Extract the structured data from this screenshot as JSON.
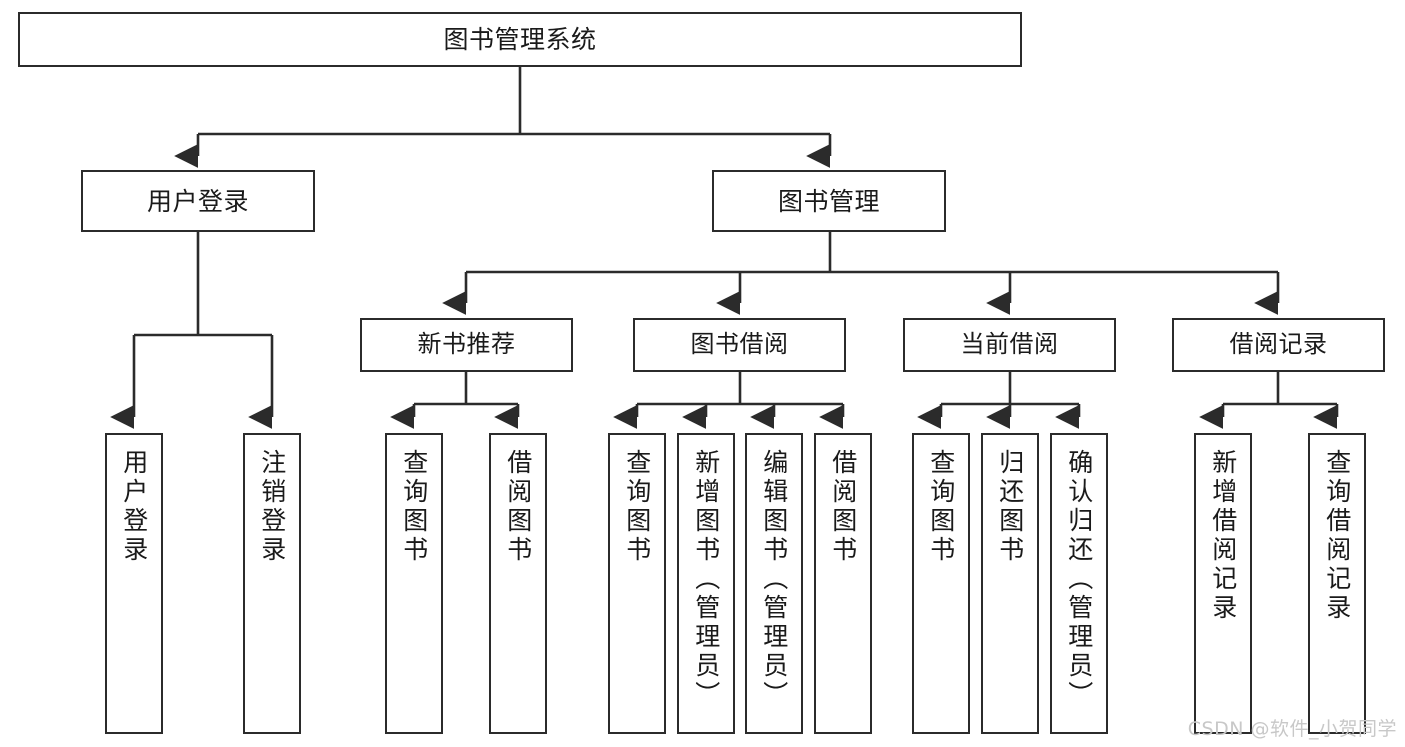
{
  "diagram": {
    "title": "图书管理系统",
    "type": "tree-structure-diagram",
    "watermark": "CSDN @软件_小贺同学",
    "line_color": "#2b2b2b",
    "box_fill": "#ffffff",
    "text_color": "#1a1a1a",
    "watermark_color": "#c8c8c8"
  },
  "root": {
    "label": "图书管理系统"
  },
  "level2": [
    {
      "label": "用户登录"
    },
    {
      "label": "图书管理"
    }
  ],
  "level3": [
    {
      "label": "新书推荐"
    },
    {
      "label": "图书借阅"
    },
    {
      "label": "当前借阅"
    },
    {
      "label": "借阅记录"
    }
  ],
  "leaves": {
    "user_login": [
      {
        "label": "用户登录"
      },
      {
        "label": "注销登录"
      }
    ],
    "new_book_recommend": [
      {
        "label": "查询图书"
      },
      {
        "label": "借阅图书"
      }
    ],
    "book_borrow": [
      {
        "label": "查询图书"
      },
      {
        "label": "新增图书（管理员）"
      },
      {
        "label": "编辑图书（管理员）"
      },
      {
        "label": "借阅图书"
      }
    ],
    "current_borrow": [
      {
        "label": "查询图书"
      },
      {
        "label": "归还图书"
      },
      {
        "label": "确认归还（管理员）"
      }
    ],
    "borrow_record": [
      {
        "label": "新增借阅记录"
      },
      {
        "label": "查询借阅记录"
      }
    ]
  }
}
